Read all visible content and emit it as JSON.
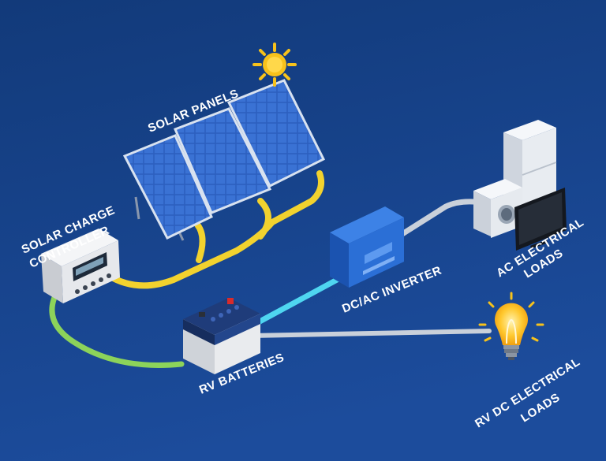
{
  "labels": {
    "solar_panels": "SOLAR PANELS",
    "charge_controller_line1": "SOLAR CHARGE",
    "charge_controller_line2": "CONTROLLER",
    "inverter": "DC/AC INVERTER",
    "ac_loads_line1": "AC ELECTRICAL",
    "ac_loads_line2": "LOADS",
    "batteries": "RV BATTERIES",
    "dc_loads_line1": "RV DC ELECTRICAL",
    "dc_loads_line2": "LOADS"
  },
  "colors": {
    "background_top": "#123a7a",
    "background_bottom": "#1d4fa0",
    "solar_cable": "#f2d22e",
    "controller_to_battery_cable": "#8cd35a",
    "battery_to_inverter_cable": "#4fd6f0",
    "ac_cable": "#c9d0da",
    "dc_cable": "#c9d0da",
    "inverter": "#2b6fd6",
    "sun": "#f7c21b",
    "bulb": "#ffc82e"
  }
}
